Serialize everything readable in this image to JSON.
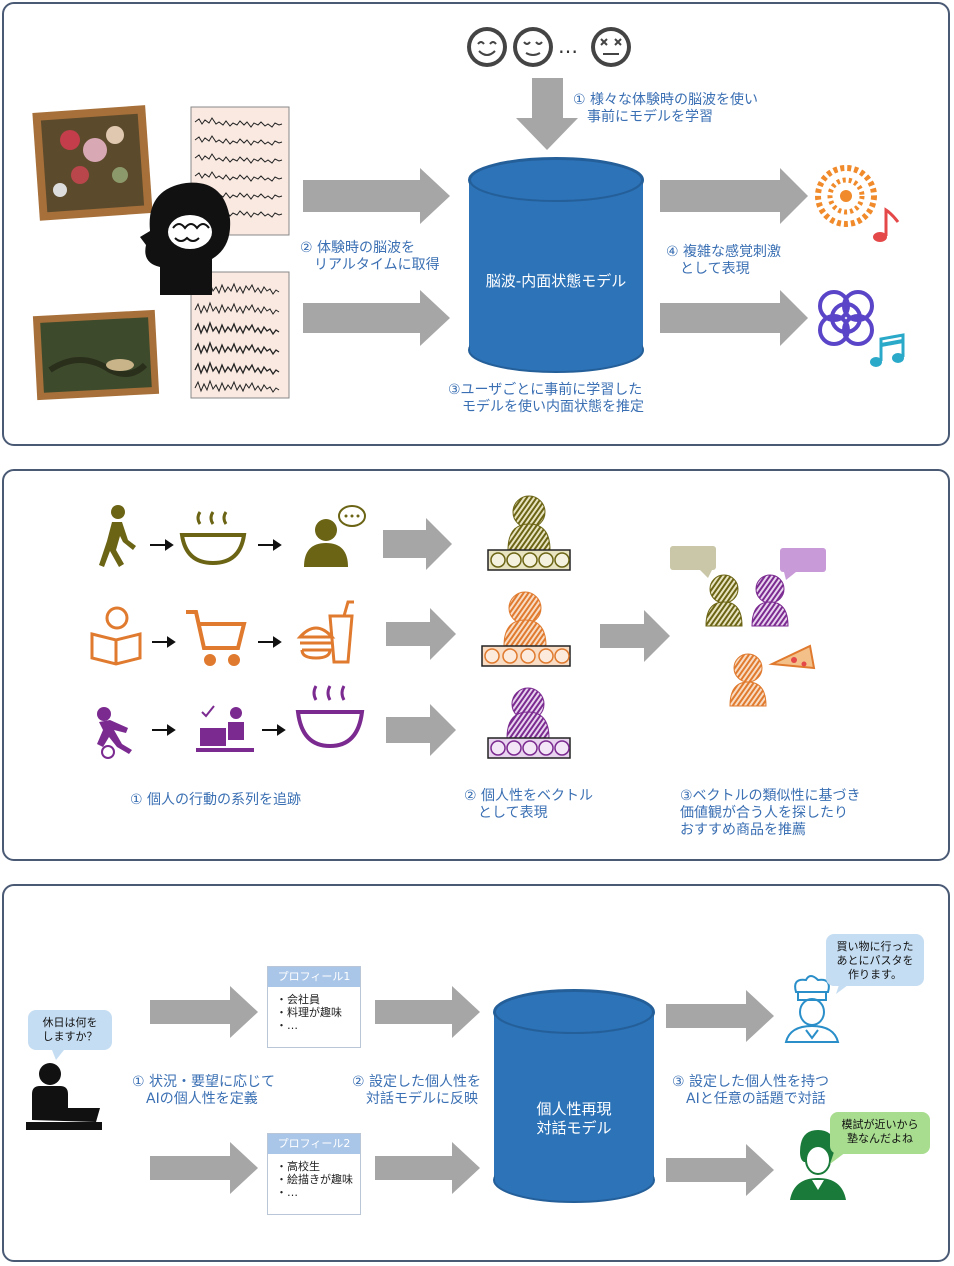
{
  "panel1": {
    "label1": "① 様々な体験時の脳波を使い\n　事前にモデルを学習",
    "label2": "② 体験時の脳波を\n　リアルタイムに取得",
    "label3": "③ユーザごとに事前に学習した\n　モデルを使い内面状態を推定",
    "label4": "④ 複雑な感覚刺激\n　として表現",
    "cylinder": "脳波-内面状態モデル",
    "ellipsis": "…"
  },
  "panel2": {
    "label1": "① 個人の行動の系列を追跡",
    "label2": "② 個人性をベクトル\n　として表現",
    "label3": "③ベクトルの類似性に基づき\n価値観が合う人を探したり\nおすすめ商品を推薦",
    "colors": {
      "olive": "#6b6414",
      "orange": "#e07a2e",
      "purple": "#7b2a90"
    }
  },
  "panel3": {
    "question": "休日は何を\nしますか？",
    "label1": "① 状況・要望に応じて\n　AIの個人性を定義",
    "label2": "② 設定した個人性を\n　対話モデルに反映",
    "label3": "③ 設定した個人性を持つ\n　AIと任意の話題で対話",
    "profile1": {
      "title": "プロフィール1",
      "body": "・会社員\n・料理が趣味\n・…"
    },
    "profile2": {
      "title": "プロフィール2",
      "body": "・高校生\n・絵描きが趣味\n・…"
    },
    "cylinder": "個人性再現\n対話モデル",
    "bubble1": "買い物に行った\nあとにパスタを\n作ります。",
    "bubble2": "模試が近いから\n塾なんだよね"
  }
}
